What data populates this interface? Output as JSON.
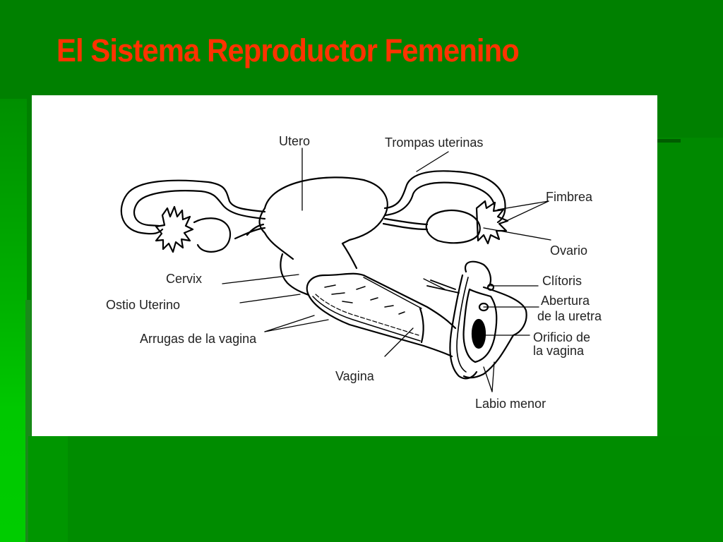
{
  "slide": {
    "title": "El Sistema Reproductor Femenino",
    "title_color": "#ff3300",
    "background_color": "#008000"
  },
  "diagram": {
    "labels": {
      "utero": "Utero",
      "trompas": "Trompas uterinas",
      "fimbrea": "Fimbrea",
      "ovario": "Ovario",
      "cervix": "Cervix",
      "ostio": "Ostio Uterino",
      "arrugas": "Arrugas de la vagina",
      "vagina": "Vagina",
      "clitoris": "Clítoris",
      "abertura_1": "Abertura",
      "abertura_2": "de la uretra",
      "orificio_1": "Orificio de",
      "orificio_2": "la vagina",
      "labio": "Labio menor"
    }
  }
}
